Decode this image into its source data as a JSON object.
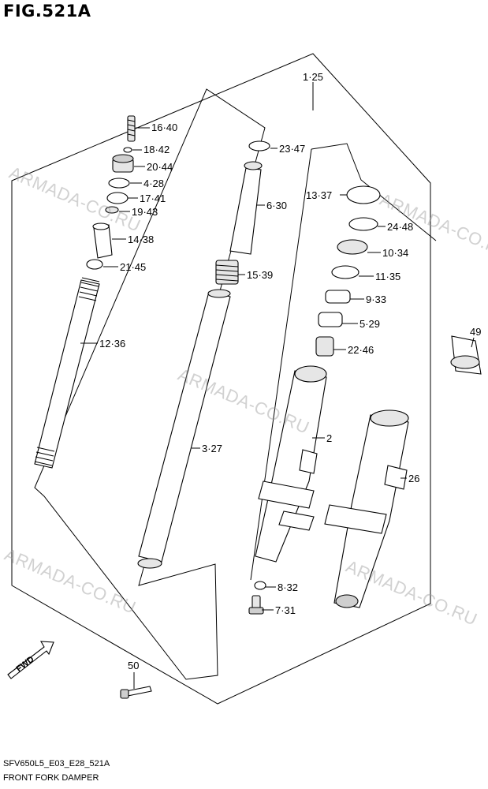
{
  "figure": {
    "title": "FIG.521A",
    "code": "SFV650L5_E03_E28_521A",
    "caption": "FRONT FORK DAMPER",
    "fwd_arrow_text": "FWD"
  },
  "watermark": "ARMADA-CO.RU",
  "callouts": [
    "1·25",
    "16·40",
    "18·42",
    "20·44",
    "4·28",
    "17·41",
    "19·43",
    "14·38",
    "21·45",
    "12·36",
    "23·47",
    "6·30",
    "15·39",
    "3·27",
    "13·37",
    "24·48",
    "10·34",
    "11·35",
    "9·33",
    "5·29",
    "22·46",
    "2",
    "26",
    "8·32",
    "7·31",
    "50",
    "49"
  ]
}
